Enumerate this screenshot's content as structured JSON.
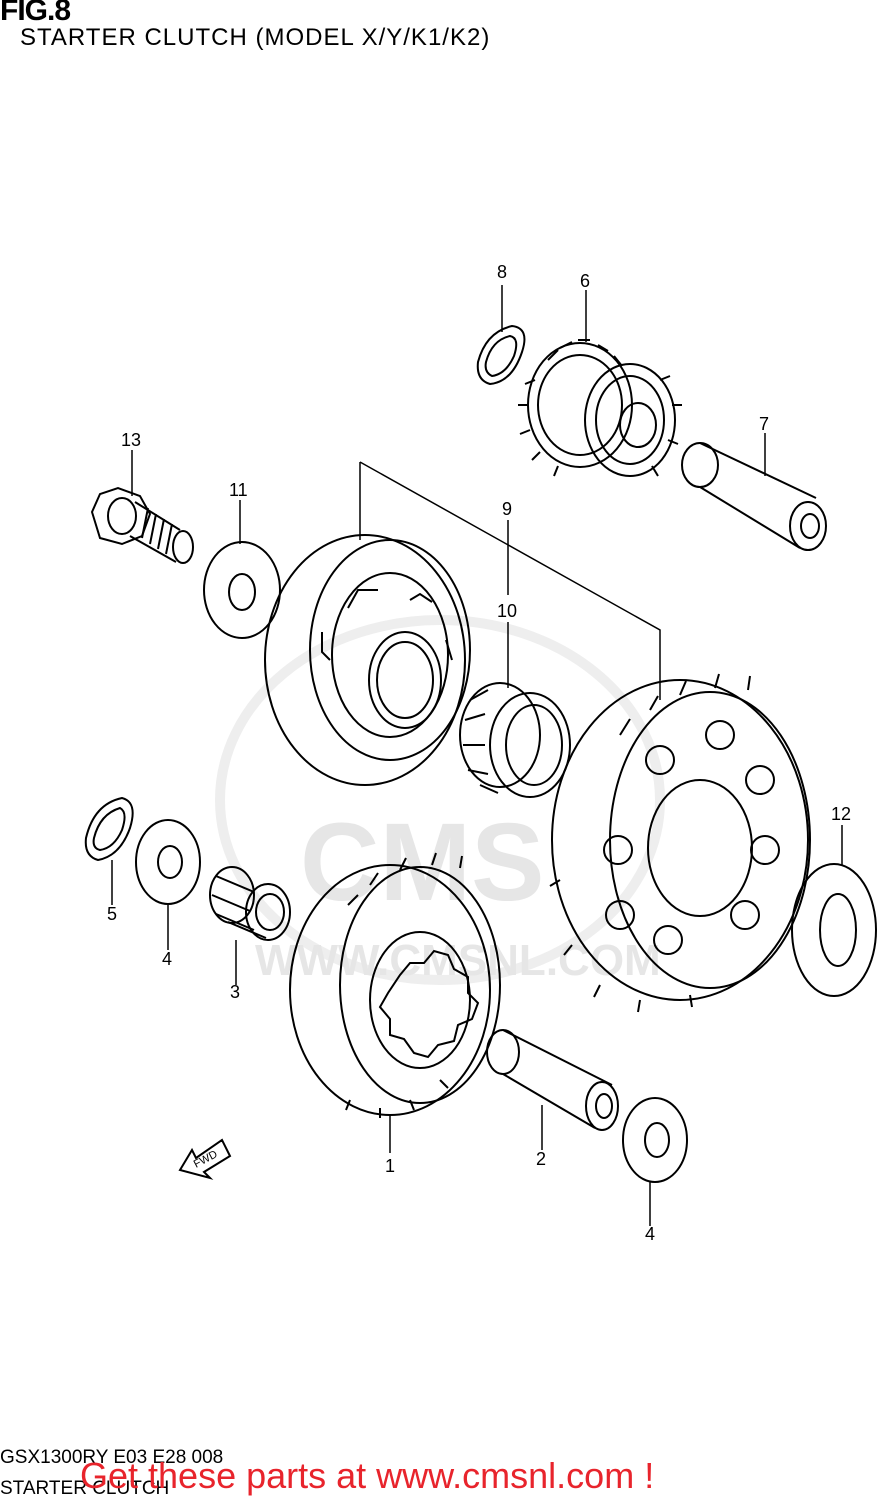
{
  "figure": {
    "number": "FIG.8",
    "title": "STARTER CLUTCH (MODEL X/Y/K1/K2)",
    "diagram_code": "GSX1300RY E03 E28 008",
    "footer_title": "STARTER CLUTCH",
    "fwd_label": "FWD"
  },
  "callouts": [
    "1",
    "2",
    "3",
    "4",
    "4",
    "5",
    "6",
    "7",
    "8",
    "9",
    "10",
    "11",
    "12",
    "13"
  ],
  "watermark": {
    "brand": "CMS",
    "url": "WWW.CMSNL.COM"
  },
  "banner": {
    "text": "Get these parts at www.cmsnl.com !",
    "color": "#e8242c"
  },
  "colors": {
    "line": "#000000",
    "watermark": "#e6e6e6"
  }
}
